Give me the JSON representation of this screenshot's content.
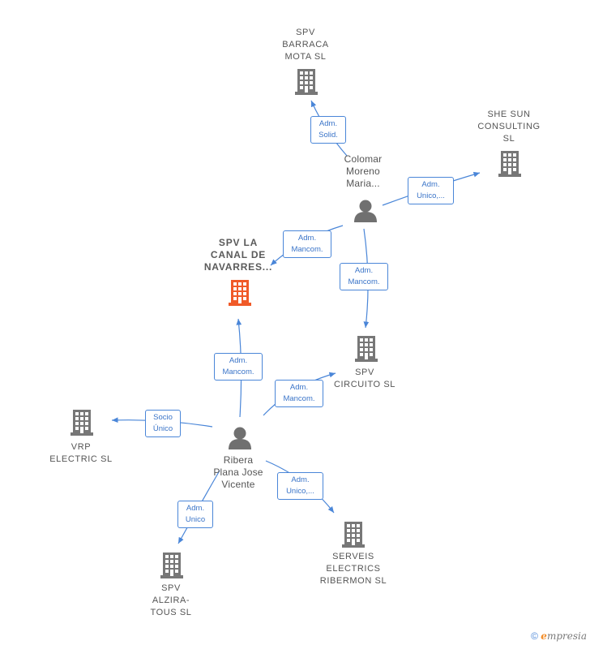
{
  "colors": {
    "edge": "#4a86d8",
    "building": "#777777",
    "main_building": "#f05a28",
    "person": "#707070"
  },
  "nodes": {
    "barraca": [
      "SPV",
      "BARRACA",
      "MOTA  SL"
    ],
    "shesun": [
      "SHE SUN",
      "CONSULTING",
      "SL"
    ],
    "colomar": [
      "Colomar",
      "Moreno",
      "Maria..."
    ],
    "lacanal": [
      "SPV LA",
      "CANAL DE",
      "NAVARRES..."
    ],
    "circuito": [
      "SPV",
      "CIRCUITO  SL"
    ],
    "vrp": [
      "VRP",
      "ELECTRIC  SL"
    ],
    "ribera": [
      "Ribera",
      "Plana Jose",
      "Vicente"
    ],
    "alzira": [
      "SPV",
      "ALZIRA-",
      "TOUS  SL"
    ],
    "serveis": [
      "SERVEIS",
      "ELECTRICS",
      "RIBERMON  SL"
    ]
  },
  "edges": {
    "e1": [
      "Adm.",
      "Solid."
    ],
    "e2": [
      "Adm.",
      "Unico,..."
    ],
    "e3": [
      "Adm.",
      "Mancom."
    ],
    "e4": [
      "Adm.",
      "Mancom."
    ],
    "e5": [
      "Adm.",
      "Mancom."
    ],
    "e6": [
      "Adm.",
      "Mancom."
    ],
    "e7": [
      "Socio",
      "Único"
    ],
    "e8": [
      "Adm.",
      "Unico"
    ],
    "e9": [
      "Adm.",
      "Unico,..."
    ]
  },
  "footer": {
    "copyright": "©",
    "brand_first": "e",
    "brand_rest": "mpresia"
  }
}
